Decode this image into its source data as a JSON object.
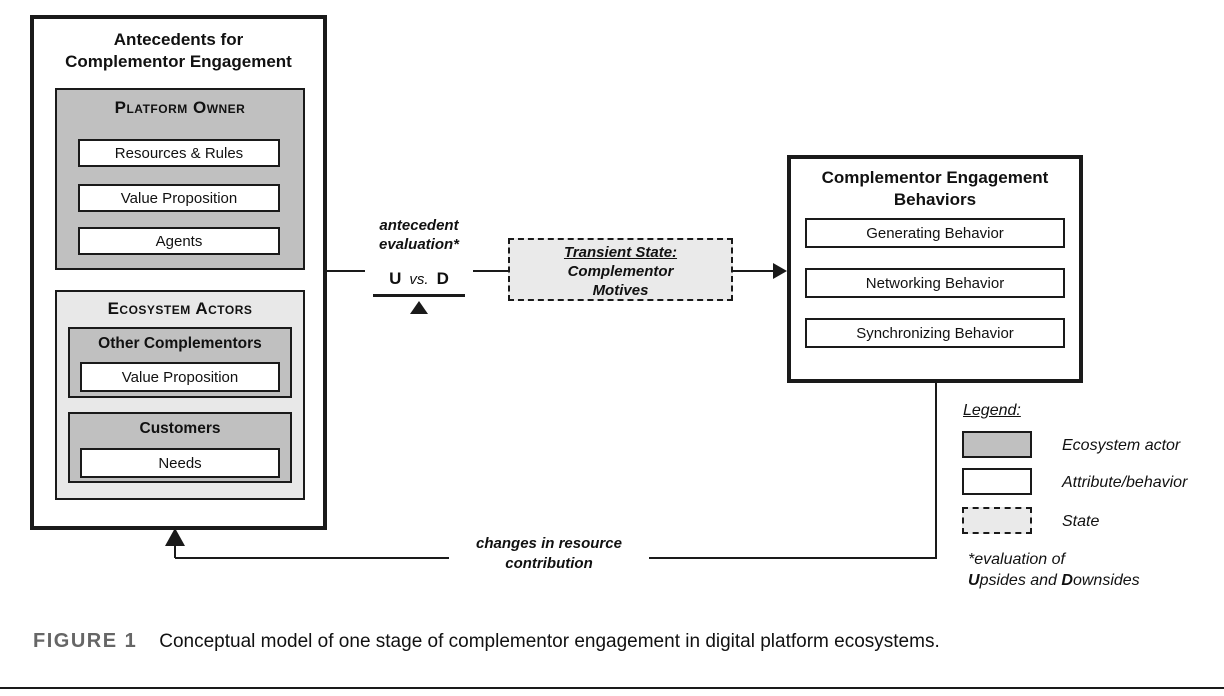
{
  "colors": {
    "actor_fill": "#c0c0c0",
    "container_fill": "#e8e8e8",
    "state_fill": "#eaeaea",
    "line": "#1a1a1a",
    "figure_label": "#666666"
  },
  "antecedents": {
    "title": "Antecedents for Complementor Engagement",
    "platform_owner": {
      "title": "Platform Owner",
      "attributes": [
        "Resources & Rules",
        "Value Proposition",
        "Agents"
      ]
    },
    "ecosystem_actors": {
      "title": "Ecosystem Actors",
      "groups": [
        {
          "title": "Other Complementors",
          "attribute": "Value Proposition"
        },
        {
          "title": "Customers",
          "attribute": "Needs"
        }
      ]
    }
  },
  "evaluation": {
    "label_line1": "antecedent",
    "label_line2": "evaluation*",
    "upside": "U",
    "versus": "vs.",
    "downside": "D"
  },
  "transient_state": {
    "heading": "Transient State:",
    "line2": "Complementor",
    "line3": "Motives"
  },
  "behaviors": {
    "title": "Complementor Engagement Behaviors",
    "items": [
      "Generating Behavior",
      "Networking Behavior",
      "Synchronizing Behavior"
    ]
  },
  "feedback": {
    "line1": "changes in resource",
    "line2": "contribution"
  },
  "legend": {
    "title": "Legend:",
    "items": [
      {
        "label": "Ecosystem actor"
      },
      {
        "label": "Attribute/behavior"
      },
      {
        "label": "State"
      }
    ],
    "footnote_line1": "*evaluation of",
    "footnote_parts": [
      "U",
      "psides and ",
      "D",
      "ownsides"
    ]
  },
  "caption": {
    "label": "FIGURE 1",
    "text": "Conceptual model of one stage of complementor engagement in digital platform ecosystems."
  }
}
